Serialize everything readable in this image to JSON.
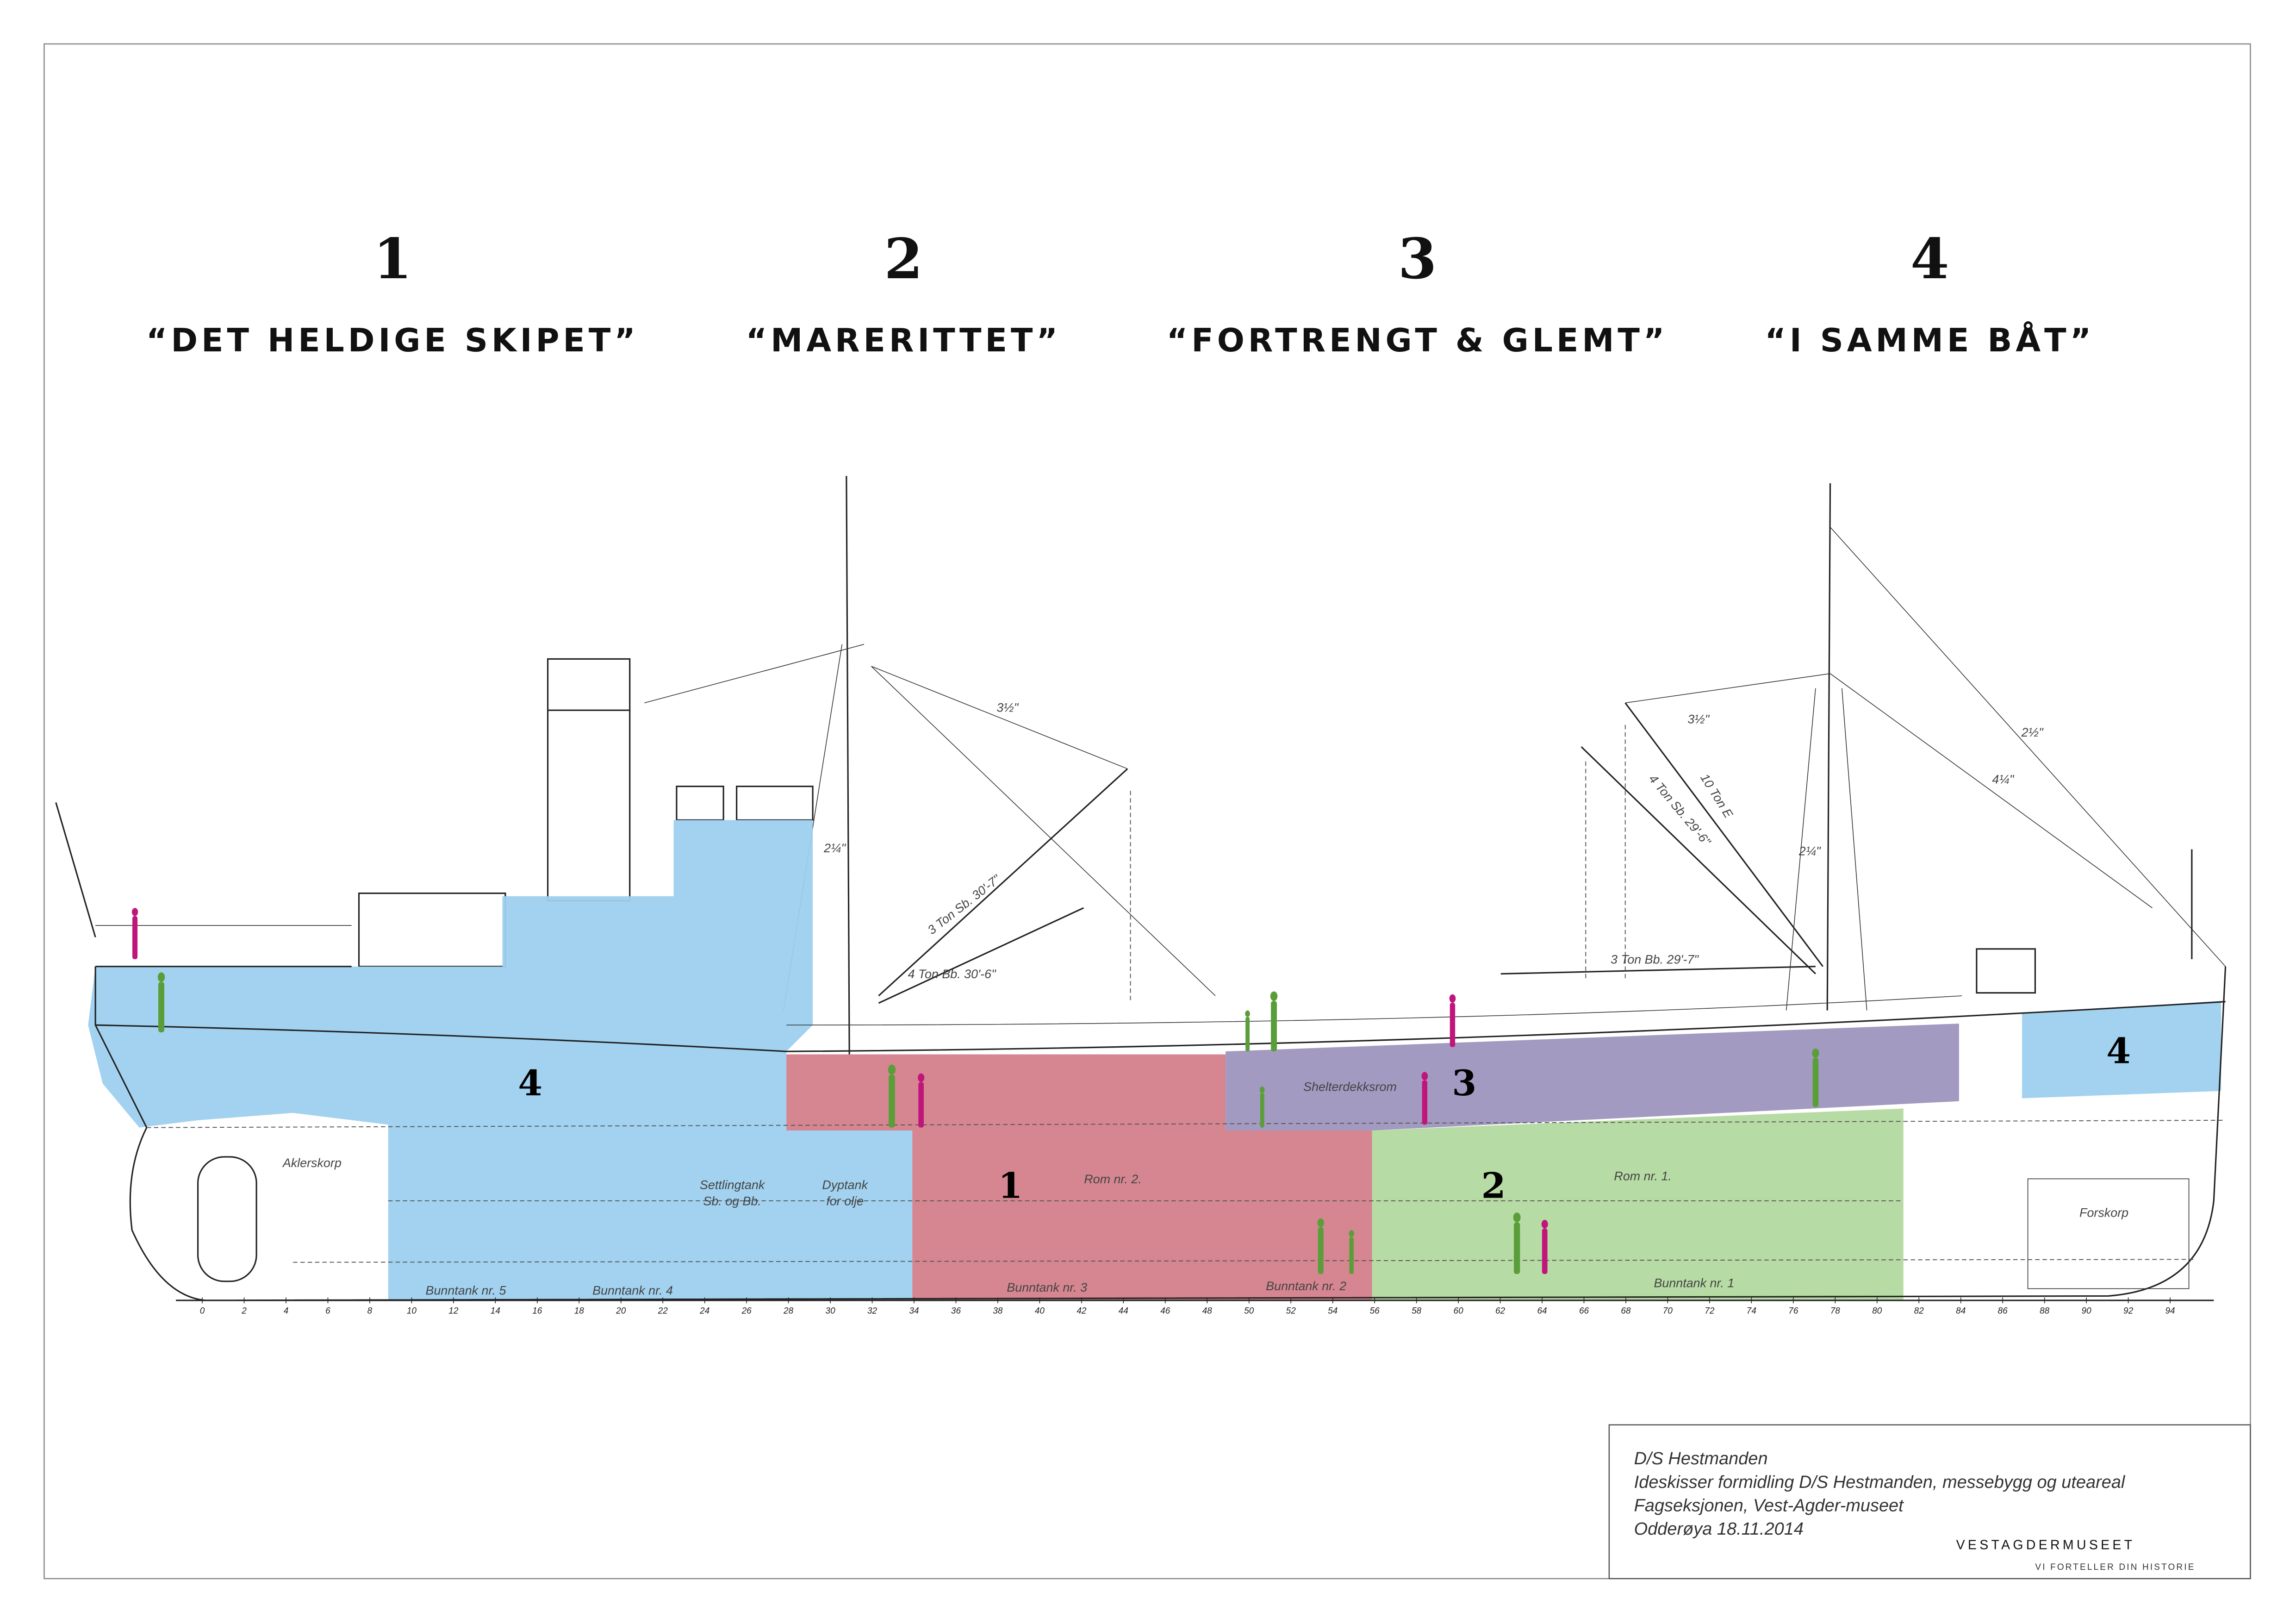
{
  "themes": [
    {
      "number": "1",
      "title": "“DET HELDIGE SKIPET”"
    },
    {
      "number": "2",
      "title": "“MARERITTET”"
    },
    {
      "number": "3",
      "title": "“FORTRENGT & GLEMT”"
    },
    {
      "number": "4",
      "title": "“I SAMME BÅT”"
    }
  ],
  "zones": {
    "aft": {
      "number": "4",
      "color": "#9dd0ef"
    },
    "hold2": {
      "number": "1",
      "color": "#d3808a"
    },
    "shelter": {
      "number": "3",
      "color": "#9d95bd"
    },
    "hold1": {
      "number": "2",
      "color": "#b3d99f"
    },
    "bow": {
      "number": "4",
      "color": "#9dd0ef"
    }
  },
  "figure_colors": {
    "green": "#5a9e3a",
    "magenta": "#c0157a"
  },
  "drawing_labels": {
    "aklerskorp": "Aklerskorp",
    "settlingtank_1": "Settlingtank",
    "settlingtank_2": "Sb. og Bb.",
    "dyptank_1": "Dyptank",
    "dyptank_2": "for olje",
    "rom2": "Rom nr. 2.",
    "rom1": "Rom nr. 1.",
    "shelter": "Shelterdekksrom",
    "forskorp": "Forskorp",
    "bunntank5": "Bunntank nr. 5",
    "bunntank4": "Bunntank nr. 4",
    "bunntank3": "Bunntank nr. 3",
    "bunntank2": "Bunntank nr. 2",
    "bunntank1": "Bunntank nr. 1",
    "boom_fore_sb": "3 Ton Sb. 30'-7\"",
    "boom_fore_bb": "4 Ton Bb. 30'-6\"",
    "boom_main_bb": "3 Ton Bb. 29'-7\"",
    "boom_main_heavy": "10 Ton E",
    "boom_main_sb": "4 Ton Sb. 29'-6\"",
    "wire_a": "3½\"",
    "wire_b": "2¼\"",
    "wire_c": "3½\"",
    "wire_d": "2¼\"",
    "wire_e": "2½\"",
    "wire_f": "4¼\""
  },
  "frame_numbers": [
    "0",
    "2",
    "4",
    "6",
    "8",
    "10",
    "12",
    "14",
    "16",
    "18",
    "20",
    "22",
    "24",
    "26",
    "28",
    "30",
    "32",
    "34",
    "36",
    "38",
    "40",
    "42",
    "44",
    "46",
    "48",
    "50",
    "52",
    "54",
    "56",
    "58",
    "60",
    "62",
    "64",
    "66",
    "68",
    "70",
    "72",
    "74",
    "76",
    "78",
    "80",
    "82",
    "84",
    "86",
    "88",
    "90",
    "92",
    "94"
  ],
  "info_box": {
    "line1": "D/S Hestmanden",
    "line2": "Ideskisser formidling D/S Hestmanden, messebygg og uteareal",
    "line3": "Fagseksjonen, Vest-Agder-museet",
    "line4": "Odderøya 18.11.2014",
    "brand": "VESTAGDERMUSEET",
    "tagline": "VI FORTELLER DIN HISTORIE"
  }
}
